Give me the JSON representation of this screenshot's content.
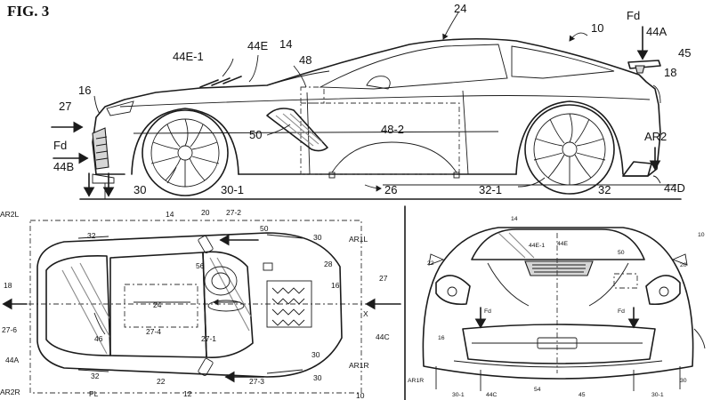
{
  "figure": {
    "title": "FIG. 3"
  },
  "side_view": {
    "labels": [
      "24",
      "10",
      "Fd",
      "44A",
      "45",
      "18",
      "44E-1",
      "44E",
      "14",
      "48",
      "27",
      "16",
      "Fd",
      "44B",
      "50",
      "48-2",
      "AR2",
      "30",
      "30-1",
      "26",
      "32-1",
      "32",
      "44D"
    ]
  },
  "top_view": {
    "labels": [
      "AR2L",
      "14",
      "20",
      "27-2",
      "50",
      "30",
      "AR1L",
      "32",
      "56",
      "28",
      "27",
      "18",
      "16",
      "24",
      "27-6",
      "46",
      "27-4",
      "27-1",
      "X",
      "44C",
      "44A",
      "30",
      "AR1R",
      "AR2R",
      "32",
      "PL",
      "22",
      "12",
      "27-3",
      "30",
      "10"
    ]
  },
  "front_view": {
    "labels": [
      "14",
      "10",
      "44E-1",
      "44E",
      "22",
      "50",
      "20",
      "Fd",
      "Fd",
      "16",
      "54",
      "AR1R",
      "30-1",
      "44C",
      "45",
      "30-1",
      "30"
    ]
  }
}
